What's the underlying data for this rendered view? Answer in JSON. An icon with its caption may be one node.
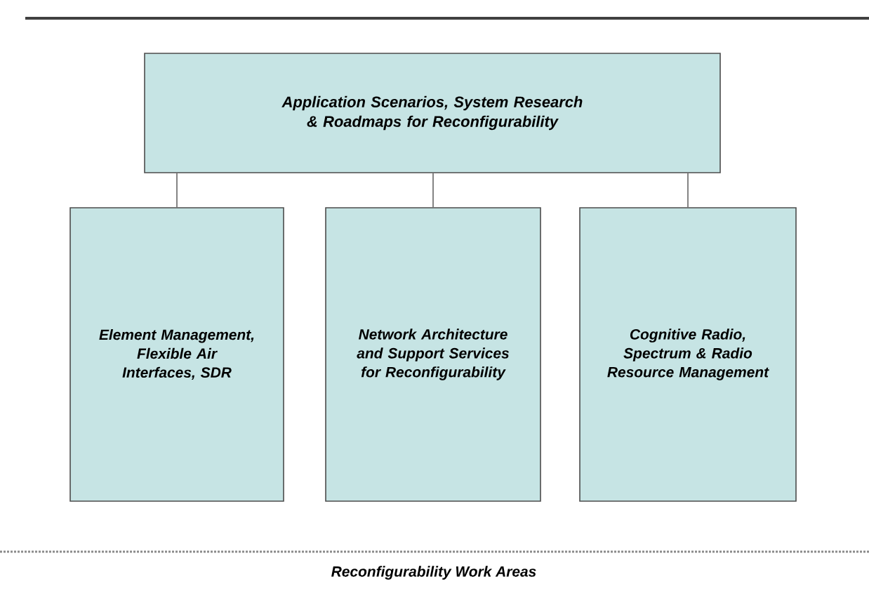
{
  "diagram": {
    "caption": "Reconfigurability Work Areas",
    "nodes": [
      {
        "text": [
          "Application Scenarios, System Research & Roadmaps for Reconfigurability"
        ]
      },
      {
        "text": [
          "Element Management, Flexible Air Interfaces, SDR"
        ]
      },
      {
        "text": [
          "Network Architecture and Support Services for Reconfigurability"
        ]
      },
      {
        "text": [
          "Cognitive Radio, Spectrum & Radio Resource Management"
        ]
      }
    ],
    "edges": [
      {
        "from": 0,
        "to": 1,
        "arrow": "none"
      },
      {
        "from": 0,
        "to": 2,
        "arrow": "none"
      },
      {
        "from": 0,
        "to": 3,
        "arrow": "none"
      }
    ]
  }
}
